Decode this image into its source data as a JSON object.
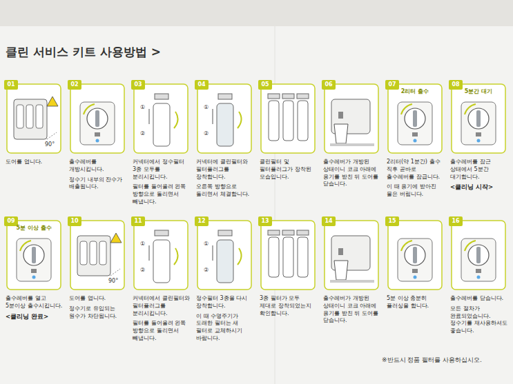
{
  "diagram": {
    "title": "클린 서비스 키트 사용방법 >",
    "nodes": [
      {
        "text": [
          "01",
          "도어를 엽니다."
        ]
      },
      {
        "text": [
          "02",
          "출수레버를 개방시킵니다.",
          "정수기 내부의 잔수가 배출됩니다."
        ]
      },
      {
        "text": [
          "03",
          "커넥터에서 정수필터 3종 모두를 분리시킵니다.",
          "필터를 들어올려 왼쪽 방향으로 돌리면서 빼냅니다."
        ]
      },
      {
        "text": [
          "04",
          "커넥터에 클린필터와 필터플러그를 장착합니다.",
          "오른쪽 방향으로 돌리면서 체결합니다."
        ]
      },
      {
        "text": [
          "05",
          "클린필터 및 필터플러그가 장착된 모습입니다."
        ]
      },
      {
        "text": [
          "06",
          "출수레버가 개방된 상태이니 코크 아래에 용기를 받친 뒤 도어를 닫습니다."
        ]
      },
      {
        "text": [
          "07",
          "2리터 출수",
          "2리터(약 1분간) 출수 직후 곧바로 출수레버를 잠급니다.",
          "이 때 용기에 받아진 물은 버립니다."
        ]
      },
      {
        "text": [
          "08",
          "5분간 대기",
          "출수레버를 잠근 상태에서 5분간 대기합니다.",
          "<클리닝 시작>"
        ]
      },
      {
        "text": [
          "09",
          "5분 이상 출수",
          "출수레버를 열고 5분이상 출수시킵니다.",
          "<클리닝 완료>"
        ]
      },
      {
        "text": [
          "10",
          "도어를 엽니다.",
          "정수기로 유입되는 원수가 차단됩니다."
        ]
      },
      {
        "text": [
          "11",
          "커넥터에서 클린필터와 필터플러그를 분리시킵니다.",
          "필터를 들어올려 왼쪽 방향으로 돌리면서 빼냅니다."
        ]
      },
      {
        "text": [
          "12",
          "정수필터 3종을 다시 장착합니다.",
          "이 때 수명주기가 도래한 필터는 새 필터로 교체하시기 바랍니다."
        ]
      },
      {
        "text": [
          "13",
          "3종 필터가 모두 제대로 장착되었는지 확인합니다."
        ]
      },
      {
        "text": [
          "14",
          "출수레버가 개방된 상태이니 코크 아래에 용기를 받친 뒤 도어를 닫습니다."
        ]
      },
      {
        "text": [
          "15",
          "5분 이상 충분히 플러싱을 합니다."
        ]
      },
      {
        "text": [
          "16",
          "출수레버를 닫습니다.",
          "모든 절차가 완료되었습니다. 정수기를 재사용하셔도 좋습니다."
        ]
      }
    ],
    "labels": [
      "90°",
      "①",
      "②",
      "①",
      "②",
      "90°",
      "①",
      "②",
      "①",
      "②",
      "※반드시 정품 필터를 사용하십시오."
    ]
  }
}
